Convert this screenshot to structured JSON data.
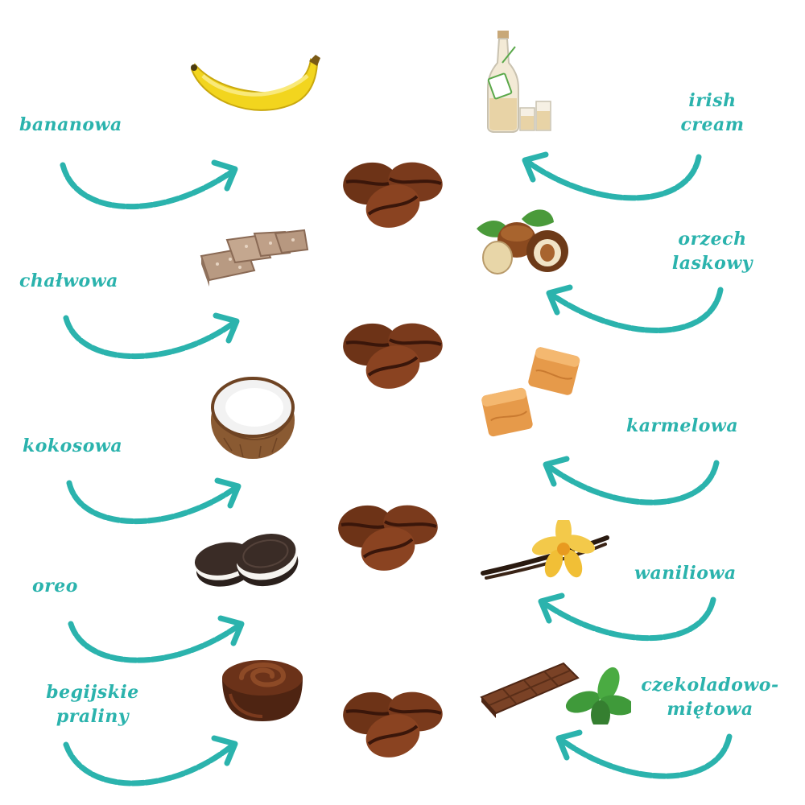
{
  "colors": {
    "accent": "#2bb3ad",
    "coffee": "#7a3a1c",
    "coffee_dark": "#4a200c"
  },
  "flavors": {
    "left": [
      {
        "label": "bananowa",
        "icon": "banana-icon"
      },
      {
        "label": "chałwowa",
        "icon": "halva-icon"
      },
      {
        "label": "kokosowa",
        "icon": "coconut-icon"
      },
      {
        "label": "oreo",
        "icon": "oreo-cookie-icon"
      },
      {
        "label": "begijskie\npraliny",
        "icon": "praline-icon"
      }
    ],
    "right": [
      {
        "label": "irish\ncream",
        "icon": "irish-cream-bottle-icon"
      },
      {
        "label": "orzech\nlaskowy",
        "icon": "hazelnut-icon"
      },
      {
        "label": "karmelowa",
        "icon": "caramel-icon"
      },
      {
        "label": "waniliowa",
        "icon": "vanilla-icon"
      },
      {
        "label": "czekoladowo-\nmiętowa",
        "icon": "chocolate-mint-icon"
      }
    ]
  },
  "coffee_beans": {
    "icon": "coffee-beans-icon",
    "count": 4
  }
}
